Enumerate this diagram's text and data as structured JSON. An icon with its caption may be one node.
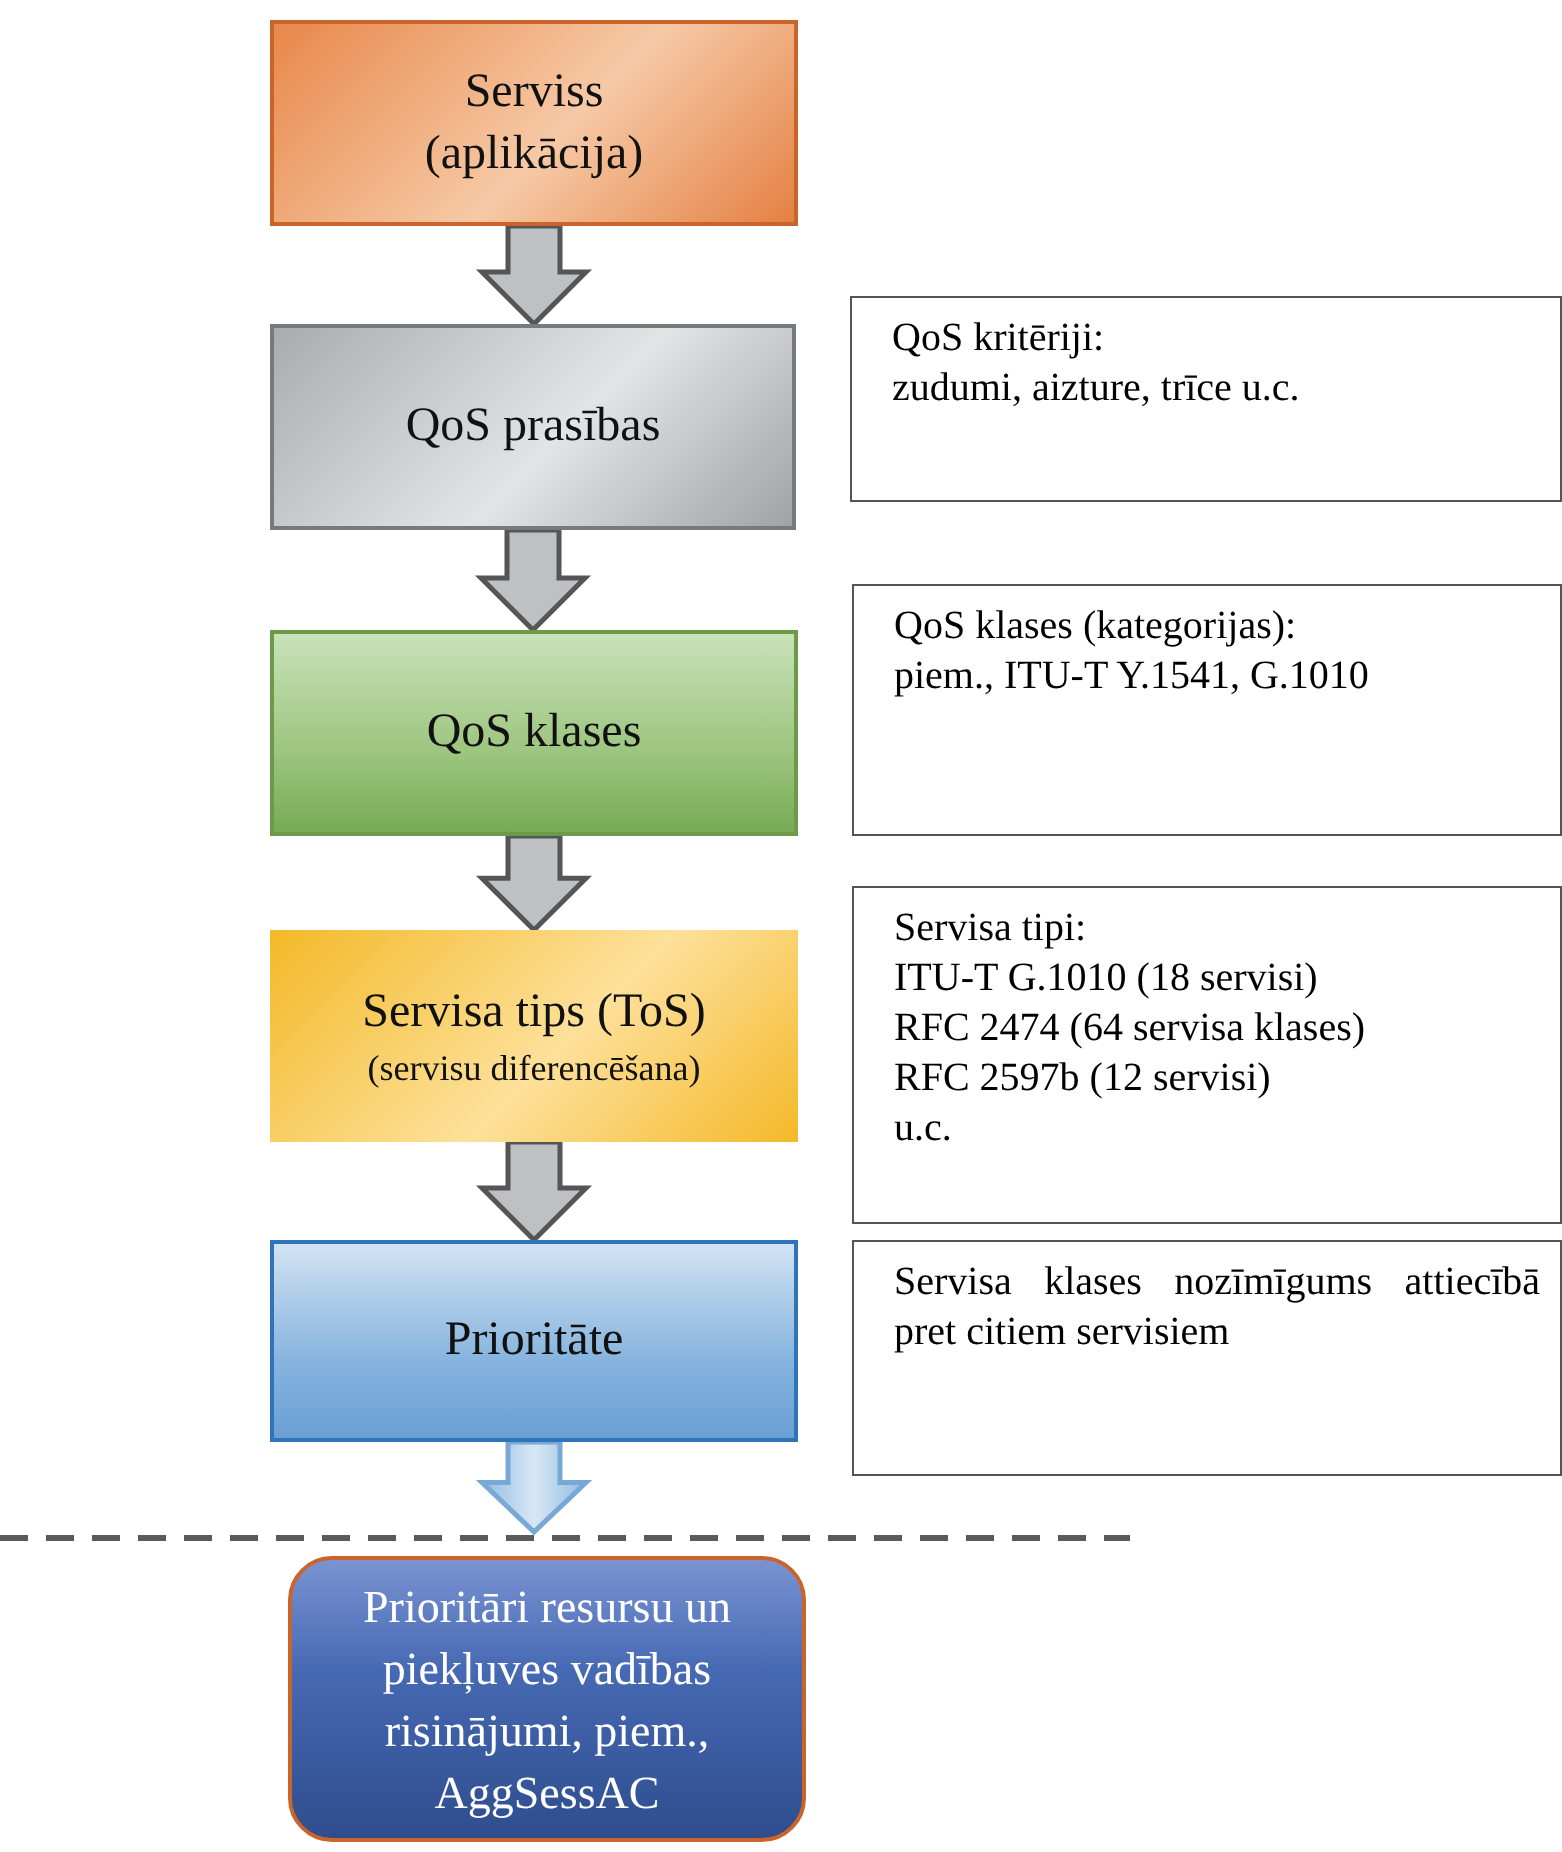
{
  "diagram": {
    "nodes": [
      {
        "text": [
          "Serviss (aplikācija)"
        ]
      },
      {
        "text": [
          "QoS prasības"
        ]
      },
      {
        "text": [
          "QoS kritēriji:",
          "zudumi, aizture, trīce u.c."
        ]
      },
      {
        "text": [
          "QoS klases"
        ]
      },
      {
        "text": [
          "QoS klases (kategorijas):",
          "piem., ITU-T Y.1541, G.1010"
        ]
      },
      {
        "text": [
          "Servisa tips (ToS)",
          "(servisu diferencēšana)"
        ]
      },
      {
        "text": [
          "Servisa tipi:",
          "ITU-T G.1010 (18 servisi)",
          "RFC 2474 (64 servisa klases)",
          "RFC 2597b (12 servisi)",
          "u.c."
        ]
      },
      {
        "text": [
          "Prioritāte"
        ]
      },
      {
        "text": [
          "Servisa klases nozīmīgums attiecībā pret citiem servisiem"
        ]
      },
      {
        "text": [
          "Prioritāri resursu un piekļuves vadības risinājumi, piem., AggSessAC"
        ]
      }
    ],
    "edges": [
      {
        "from": 0,
        "to": 1,
        "arrow": "to"
      },
      {
        "from": 1,
        "to": 3,
        "arrow": "to"
      },
      {
        "from": 3,
        "to": 5,
        "arrow": "to"
      },
      {
        "from": 5,
        "to": 7,
        "arrow": "to"
      },
      {
        "from": 7,
        "to": 9,
        "arrow": "to",
        "color": "#8fbbe2"
      }
    ]
  }
}
